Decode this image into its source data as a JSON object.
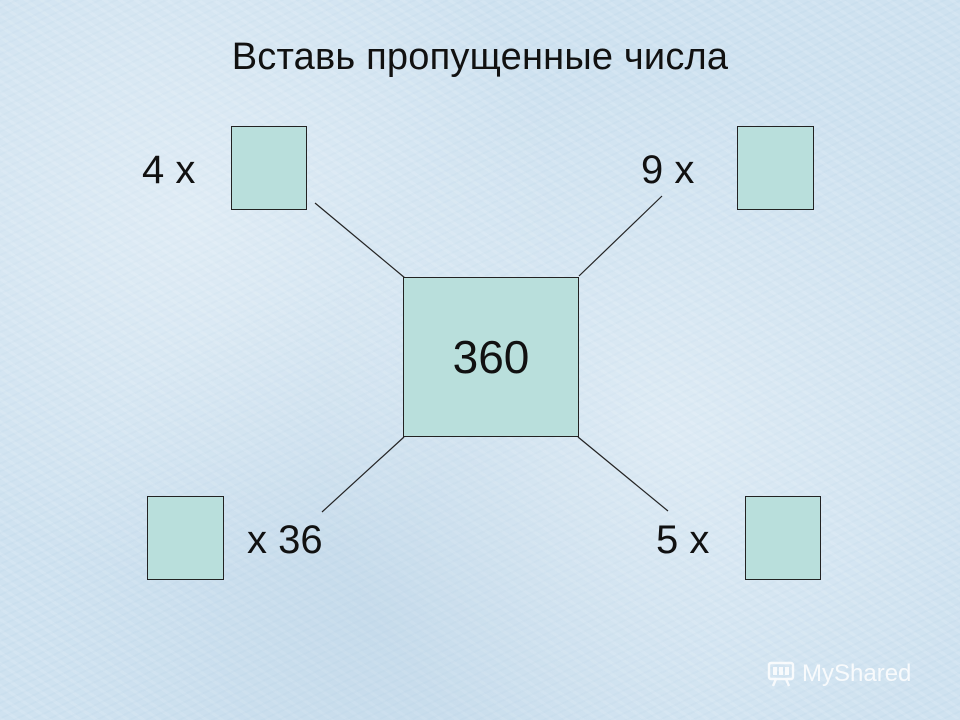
{
  "title": "Вставь пропущенные числа",
  "center_value": "360",
  "factors": {
    "top_left": "4 x",
    "top_right": "9 x",
    "bottom_left": "x 36",
    "bottom_right": "5 x"
  },
  "answer_boxes": {
    "top_left": "",
    "top_right": "",
    "bottom_left": "",
    "bottom_right": ""
  },
  "watermark": "MyShared",
  "colors": {
    "background": "#cfe2f0",
    "box_fill": "#b9dfdc",
    "outline": "#222222"
  }
}
